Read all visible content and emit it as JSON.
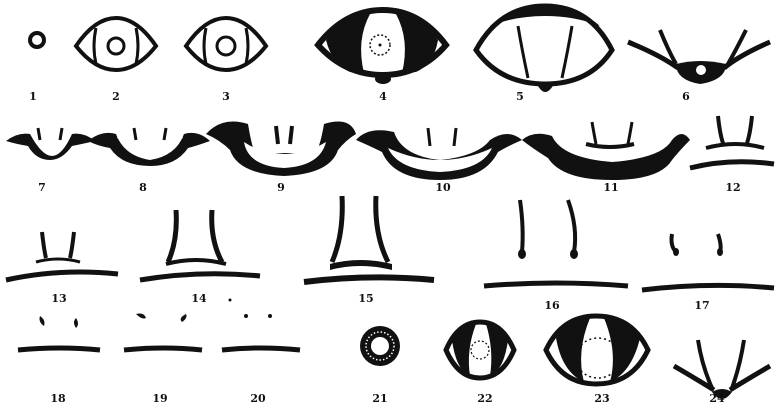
{
  "figures": [
    {
      "id": "fig-1",
      "label": "1"
    },
    {
      "id": "fig-2",
      "label": "2"
    },
    {
      "id": "fig-3",
      "label": "3"
    },
    {
      "id": "fig-4",
      "label": "4"
    },
    {
      "id": "fig-5",
      "label": "5"
    },
    {
      "id": "fig-6",
      "label": "6"
    },
    {
      "id": "fig-7",
      "label": "7"
    },
    {
      "id": "fig-8",
      "label": "8"
    },
    {
      "id": "fig-9",
      "label": "9"
    },
    {
      "id": "fig-10",
      "label": "10"
    },
    {
      "id": "fig-11",
      "label": "11"
    },
    {
      "id": "fig-12",
      "label": "12"
    },
    {
      "id": "fig-13",
      "label": "13"
    },
    {
      "id": "fig-14",
      "label": "14"
    },
    {
      "id": "fig-15",
      "label": "15"
    },
    {
      "id": "fig-16",
      "label": "16"
    },
    {
      "id": "fig-17",
      "label": "17"
    },
    {
      "id": "fig-18",
      "label": "18"
    },
    {
      "id": "fig-19",
      "label": "19"
    },
    {
      "id": "fig-20",
      "label": "20"
    },
    {
      "id": "fig-21",
      "label": "21"
    },
    {
      "id": "fig-22",
      "label": "22"
    },
    {
      "id": "fig-23",
      "label": "23"
    },
    {
      "id": "fig-24",
      "label": "24"
    }
  ]
}
